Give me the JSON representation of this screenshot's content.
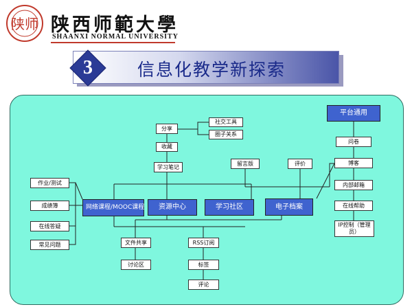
{
  "header": {
    "logo_text": "陕师",
    "university_cn": "陕西师範大學",
    "university_en": "SHAANXI NORMAL UNIVERSITY"
  },
  "banner": {
    "number": "3",
    "title": "信息化教学新探索"
  },
  "diagram": {
    "hubs": {
      "network_course_line1": "网络课程",
      "network_course_line2": "/MOOC课程",
      "resource_center": "资源中心",
      "learning_community": "学习社区",
      "e_portfolio": "电子档案",
      "platform_general": "平台通用"
    },
    "share": "分享",
    "collect": "收藏",
    "study_notes": "学习笔记",
    "social_tools": "社交工具",
    "circle_relations": "圈子关系",
    "message_board": "留言版",
    "evaluation": "评价",
    "homework_test": "作业/测试",
    "gradebook": "成绩簿",
    "online_qa": "在线答疑",
    "faq": "常见问题",
    "file_share": "文件共享",
    "discussion_area": "讨论区",
    "rss": "RSS订阅",
    "tags": "标签",
    "comments": "评论",
    "questionnaire": "问卷",
    "blog": "博客",
    "internal_mail": "内部邮箱",
    "online_help": "在线帮助",
    "ip_control": "IP控制（管理员）"
  },
  "colors": {
    "panel": "#7ff7de",
    "hub": "#3f63cf",
    "banner_accent": "#4a55a8",
    "seal": "#c0392b"
  }
}
